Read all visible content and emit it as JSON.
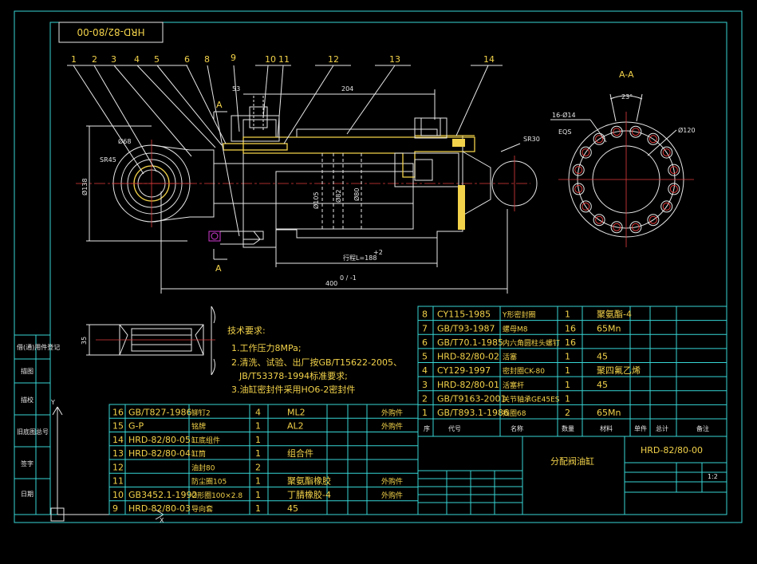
{
  "drawing_no": "HRD-82/80-00",
  "section_label": "A-A",
  "section_mark": "A",
  "balloons": [
    "1",
    "2",
    "3",
    "4",
    "5",
    "6",
    "8",
    "9",
    "10",
    "11",
    "12",
    "13",
    "14"
  ],
  "dims": {
    "d53": "53",
    "d204": "204",
    "sr45": "SR45",
    "d68": "Ø68",
    "d138": "Ø138",
    "d105": "Ø105",
    "d82": "Ø82",
    "d80": "Ø80",
    "stroke": "行程L=188",
    "stroke_tol": "+2",
    "len400": "400",
    "len400_tol": "0 / -1",
    "sr30": "SR30",
    "ang23": "23°",
    "holes": "16-Ø14",
    "eqs": "EQS",
    "d120": "Ø120",
    "d35": "35"
  },
  "notes": {
    "title": "技术要求:",
    "lines": [
      "1.工作压力8MPa;",
      "2.清洗、试验、出厂按GB/T15622-2005、",
      "JB/T53378-1994标准要求;",
      "3.油缸密封件采用HO6-2密封件"
    ]
  },
  "parts_upper": [
    {
      "no": "8",
      "std": "CY115-1985",
      "name": "Y形密封圈",
      "qty": "1",
      "mat": "聚氨酯-4"
    },
    {
      "no": "7",
      "std": "GB/T93-1987",
      "name": "螺母M8",
      "qty": "16",
      "mat": "65Mn"
    },
    {
      "no": "6",
      "std": "GB/T70.1-1985",
      "name": "内六角圆柱头螺钉",
      "qty": "16",
      "mat": ""
    },
    {
      "no": "5",
      "std": "HRD-82/80-02",
      "name": "活塞",
      "qty": "1",
      "mat": "45"
    },
    {
      "no": "4",
      "std": "CY129-1997",
      "name": "密封圈CK-80",
      "qty": "1",
      "mat": "聚四氟乙烯"
    },
    {
      "no": "3",
      "std": "HRD-82/80-01",
      "name": "活塞杆",
      "qty": "1",
      "mat": "45"
    },
    {
      "no": "2",
      "std": "GB/T9163-2001",
      "name": "关节轴承GE45ES",
      "qty": "1",
      "mat": ""
    },
    {
      "no": "1",
      "std": "GB/T893.1-1986",
      "name": "挡圈68",
      "qty": "2",
      "mat": "65Mn"
    }
  ],
  "parts_header": [
    "序",
    "代号",
    "名称",
    "数量",
    "材料",
    "单件",
    "总计",
    "备注"
  ],
  "parts_lower": [
    {
      "no": "16",
      "std": "GB/T827-1986",
      "name": "铆钉2",
      "qty": "4",
      "mat": "ML2",
      "note": "外购件"
    },
    {
      "no": "15",
      "std": "G-P",
      "name": "铭牌",
      "qty": "1",
      "mat": "AL2",
      "note": "外购件"
    },
    {
      "no": "14",
      "std": "HRD-82/80-05",
      "name": "缸底组件",
      "qty": "1",
      "mat": "",
      "note": ""
    },
    {
      "no": "13",
      "std": "HRD-82/80-04",
      "name": "缸筒",
      "qty": "1",
      "mat": "组合件",
      "note": ""
    },
    {
      "no": "12",
      "std": "",
      "name": "油封80",
      "qty": "2",
      "mat": "",
      "note": ""
    },
    {
      "no": "11",
      "std": "",
      "name": "防尘圈105",
      "qty": "1",
      "mat": "聚氨酯橡胶",
      "note": "外购件"
    },
    {
      "no": "10",
      "std": "GB3452.1-1992",
      "name": "O形圈100×2.8",
      "qty": "1",
      "mat": "丁腈橡胶-4",
      "note": "外购件"
    },
    {
      "no": "9",
      "std": "HRD-82/80-03",
      "name": "导向套",
      "qty": "1",
      "mat": "45",
      "note": ""
    }
  ],
  "title_block": {
    "product": "分配阀油缸",
    "code": "HRD-82/80-00",
    "scale": "1:2"
  },
  "side_labels": [
    "借(通)用件登记",
    "描图",
    "描校",
    "旧底图总号",
    "签字",
    "日期"
  ],
  "colors": {
    "frame": "#37d5d5",
    "line": "#e8e8e8",
    "text": "#f2d24a",
    "center": "#e23b3b",
    "hidden": "#d23bd2"
  }
}
